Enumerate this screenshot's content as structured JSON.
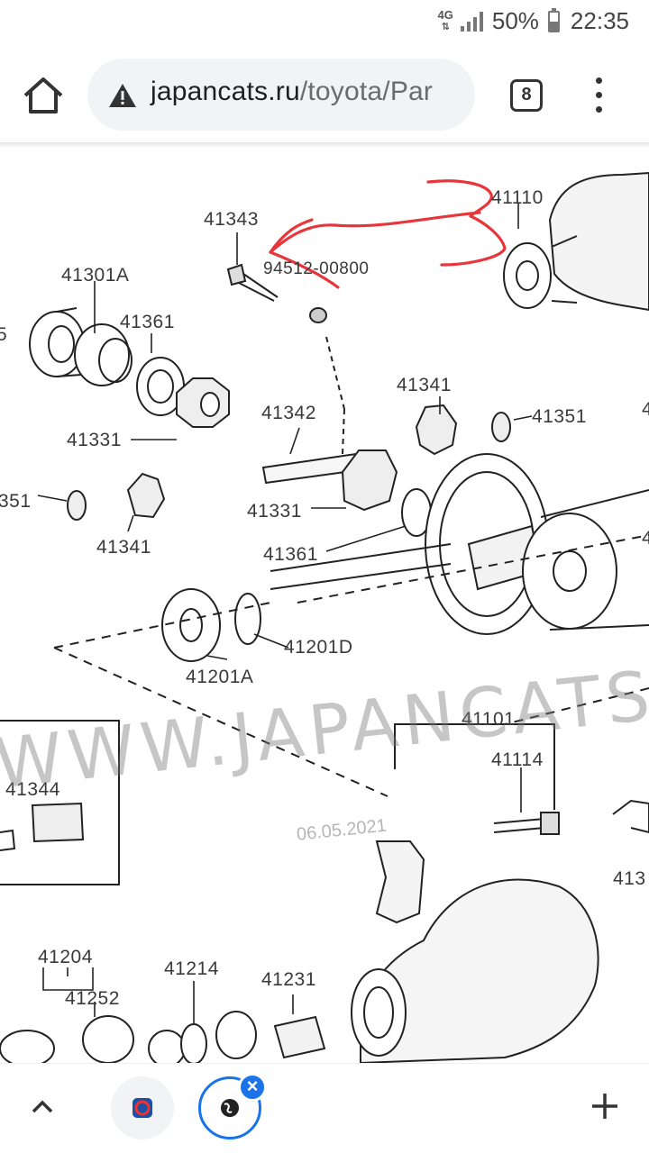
{
  "status_bar": {
    "network_type": "4G",
    "battery_percent": "50%",
    "battery_level": 0.5,
    "time": "22:35"
  },
  "toolbar": {
    "url_domain": "japancats.ru",
    "url_path": "/toyota/Par",
    "tab_count": "8",
    "icons": {
      "home": "home-icon",
      "security": "warning-icon",
      "menu": "more-vert-icon"
    }
  },
  "page": {
    "watermark": "WWW.JAPANCATS.R",
    "watermark_date": "06.05.2021",
    "part_labels": [
      "41343",
      "94512-00800",
      "41110",
      "41301A",
      "41361",
      "5",
      "41331",
      "41341",
      "41351",
      "41342",
      "41341",
      "351",
      "41331",
      "41361",
      "4",
      "41201A",
      "41201D",
      "41101",
      "41114",
      "41344",
      "413",
      "41204",
      "41252",
      "41214",
      "41231",
      "4"
    ],
    "annotation_color": "#e8353a"
  },
  "bottom_bar": {
    "icons": {
      "up": "chevron-up-icon",
      "new_tab": "plus-icon"
    },
    "tab_close": "×"
  }
}
